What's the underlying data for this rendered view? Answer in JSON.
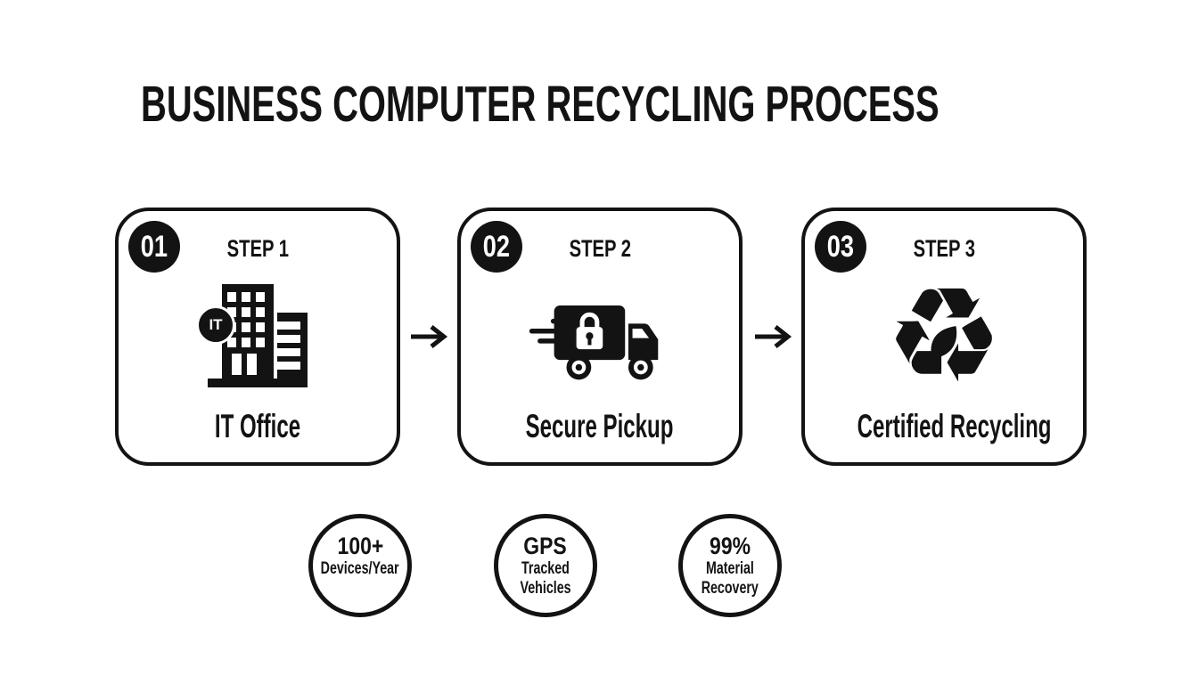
{
  "title": "BUSINESS COMPUTER RECYCLING PROCESS",
  "steps": [
    {
      "number": "01",
      "step_label": "STEP 1",
      "name": "IT Office",
      "badge": "IT",
      "icon": "it-office-building-icon"
    },
    {
      "number": "02",
      "step_label": "STEP 2",
      "name": "Secure Pickup",
      "icon": "secure-pickup-truck-icon"
    },
    {
      "number": "03",
      "step_label": "STEP 3",
      "name": "Certified Recycling",
      "icon": "certified-recycling-icon"
    }
  ],
  "stats": [
    {
      "value": "100+",
      "line1": "Devices/Year",
      "line2": ""
    },
    {
      "value": "GPS",
      "line1": "Tracked",
      "line2": "Vehicles"
    },
    {
      "value": "99%",
      "line1": "Material",
      "line2": "Recovery"
    }
  ],
  "icons": {
    "recycling_glyph": "♻",
    "flow_arrow": "right-arrow-icon",
    "leaf": "leaf-icon",
    "lock": "padlock-icon",
    "building": "office-building-icon",
    "truck": "delivery-truck-icon"
  },
  "colors": {
    "ink": "#131313",
    "background": "#ffffff"
  }
}
